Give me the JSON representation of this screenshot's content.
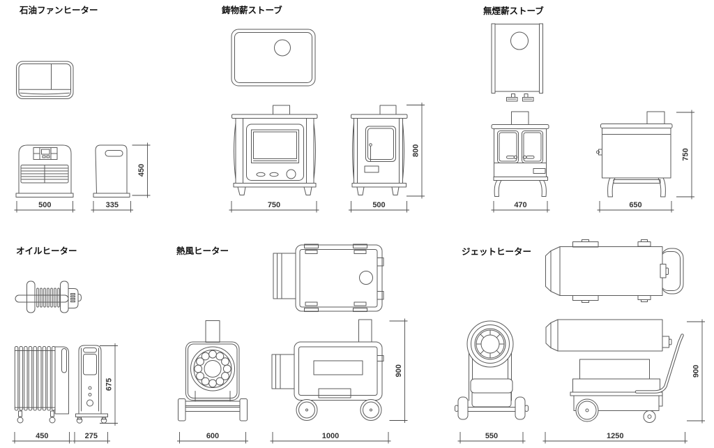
{
  "page": {
    "background": "#ffffff",
    "line_color": "#595959",
    "text_color": "#1a1a1a"
  },
  "products": [
    {
      "id": "oil-fan-heater",
      "label": "石油ファンヒーター",
      "dims": {
        "front_width": "500",
        "side_width": "335",
        "height": "450"
      }
    },
    {
      "id": "cast-iron-wood-stove",
      "label": "鋳物薪ストーブ",
      "dims": {
        "front_width": "750",
        "side_width": "500",
        "height": "800"
      }
    },
    {
      "id": "smokeless-wood-stove",
      "label": "無煙薪ストーブ",
      "dims": {
        "front_width": "470",
        "side_width": "650",
        "height": "750"
      }
    },
    {
      "id": "oil-heater",
      "label": "オイルヒーター",
      "dims": {
        "front_width": "450",
        "side_width": "275",
        "height": "675"
      }
    },
    {
      "id": "hot-air-heater",
      "label": "熱風ヒーター",
      "dims": {
        "front_width": "600",
        "side_width": "1000",
        "height": "900"
      }
    },
    {
      "id": "jet-heater",
      "label": "ジェットヒーター",
      "dims": {
        "front_width": "550",
        "side_width": "1250",
        "height": "900"
      }
    }
  ]
}
